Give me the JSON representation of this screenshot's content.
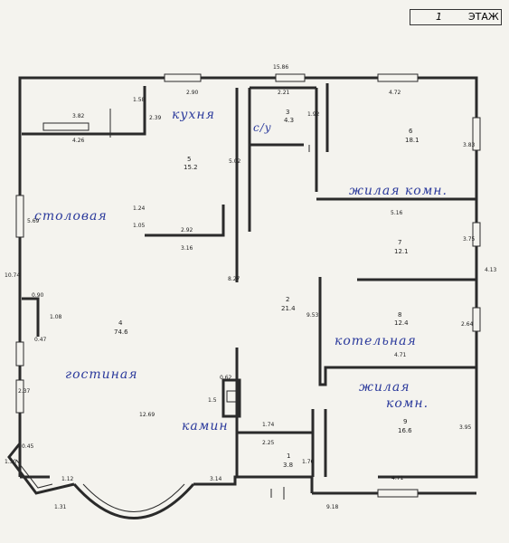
{
  "floor": {
    "number": "1",
    "label": "ЭТАЖ"
  },
  "rooms": {
    "kitchen": "кухня",
    "dining": "столовая",
    "living": "гостиная",
    "wc": "с/у",
    "bedroom_top": "жилая комн.",
    "boiler": "котельная",
    "bedroom_bottom_1": "жилая",
    "bedroom_bottom_2": "комн.",
    "fireplace": "камин"
  },
  "room_numbers": {
    "r1": "1",
    "r1_area": "3.8",
    "r2": "2",
    "r2_area": "21.4",
    "r3": "3",
    "r3_area": "4.3",
    "r4": "4",
    "r4_area": "74.6",
    "r5": "5",
    "r5_area": "15.2",
    "r6": "6",
    "r6_area": "18.1",
    "r7": "7",
    "r7_area": "12.1",
    "r8": "8",
    "r8_area": "12.4",
    "r9": "9",
    "r9_area": "16.6"
  },
  "dimensions": {
    "total_width": "15.86",
    "d290": "2.90",
    "d221": "2.21",
    "d472_top": "4.72",
    "d382": "3.82",
    "d426": "4.26",
    "d158": "1.58",
    "d239": "2.39",
    "d502": "5.02",
    "d192": "1.92",
    "d383": "3.83",
    "d124": "1.24",
    "d105": "1.05",
    "d292": "2.92",
    "d316": "3.16",
    "d569": "5.69",
    "d516": "5.16",
    "d375": "3.75",
    "d827": "8.27",
    "d1074": "10.74",
    "d090": "0.90",
    "d108": "1.08",
    "d047": "0.47",
    "d953": "9.53",
    "d264": "2.64",
    "d471_mid": "4.71",
    "d062": "0.62",
    "d15": "1.5",
    "d1269": "12.69",
    "d174": "1.74",
    "d225": "2.25",
    "d170": "1.70",
    "d395": "3.95",
    "d471_bot": "4.71",
    "d112": "1.12",
    "d131": "1.31",
    "d314": "3.14",
    "d918": "9.18",
    "d237": "2.37",
    "d045": "0.45",
    "d130": "1.30",
    "d413": "4.13"
  },
  "colors": {
    "ink": "#2a2a2a",
    "handwriting": "#2b3a9c",
    "paper": "#f4f3ee"
  }
}
